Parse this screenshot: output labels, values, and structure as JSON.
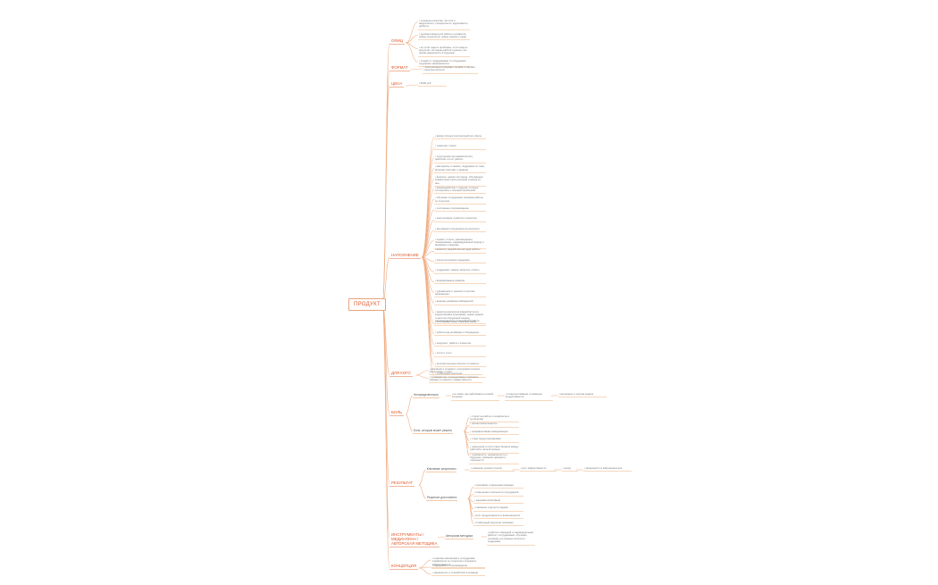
{
  "root": {
    "label": "ПРОДУКТ"
  },
  "branches": [
    {
      "id": "office",
      "label": "ОФИЦ",
      "leaves": [
        "• основные качества: чистота и аккуратность, порядочность, вдумчивость, доброта",
        "• удобная сфера для работы и развития, новые технологии, новые знания и люди",
        "• не хотят видеть проблемы, хотят видеть результат, им нужны работа и деньги, им нужна уверенность в будущем",
        "• создает и поддерживает в сотрудниках ощущение защищенности"
      ]
    },
    {
      "id": "format",
      "label": "ФОРМАТ",
      "leaves": [
        "• консультации в формате онлайн и офлайн, открытые встречи"
      ]
    },
    {
      "id": "price",
      "label": "ЦЕНА",
      "leaves": [
        "• 5000 руб."
      ]
    },
    {
      "id": "content",
      "label": "НАПОЛНЕНИЕ",
      "leaves": [
        "• время личных консультаций на ответы",
        "• тематика: стресс",
        "• структурная программа встреч, действия, итоги, работа",
        "• материалы и знания, поддержка по теме, включая практики и задания",
        "• вопросы, анализ ситуации, обсуждение, совместный поиск решений и выход из нее",
        "• взаимодействие с людьми, которые столкнулись с похожей проблемой",
        "• обучение сотрудников техникам работы со стрессом",
        "• постоянное сопровождение",
        "• консультации и работа с клиентом",
        "• мотивация сотрудников на результат",
        "• сервис: отчеты, рекомендации, планирование, индивидуальный подход и внимание к каждому",
        "• анализ и разработка методов работы",
        "• психологическая поддержка",
        "• поддержка: знания, вопросы, ответы",
        "• формирование доверия",
        "• упражнения и техники по снятию напряжения",
        "• ведение дневника наблюдений",
        "• анализ результатов каждой встречи, корректировка программы, новые задачи и цели на следующий период, рекомендации по дальнейшей работе",
        "• постоянная связь, обратная связь",
        "• работа над ошибками и обсуждение",
        "• результат: работа с клиентом",
        "• итоги и отчет",
        "• дополнительные встречи по запросу",
        "• стабильный результат"
      ]
    },
    {
      "id": "forwhom",
      "label": "ДЛЯ КОГО",
      "leaves": [
        "• компании и холдинги, сотрудники которых испытывают стресс",
        "• руководители, которым важно сохранить команду и повысить эффективность"
      ]
    },
    {
      "id": "pain",
      "label": "БОЛЬ",
      "subs": [
        {
          "label": "Неопределенность",
          "chain": [
            "• не знают, как действовать в новой ситуации",
            "• потеря мотивации и снижение продуктивности",
            "• выгорание и текучка кадров"
          ]
        },
        {
          "label": "Боль, которую может решить",
          "leaves": [
            "• стресс на работе и конфликты в коллективе",
            "• низкая вовлеченность",
            "• неэффективная коммуникация",
            "• страх перед переменами",
            "• перегрузка и отсутствие баланса между работой и личной жизнью",
            "• тревожность, неуверенность в будущем, снижение доверия и лояльности"
          ]
        }
      ]
    },
    {
      "id": "result",
      "label": "РЕЗУЛЬТАТ",
      "subs": [
        {
          "label": "Ключевые результаты",
          "chain": [
            "• снижение уровня стресса",
            "• рост эффективности",
            "• доход",
            "• уверенность в завтрашнем дне"
          ]
        },
        {
          "label": "Результат для клиента",
          "leaves": [
            "• спокойная и уверенная команда",
            "• повышение лояльности сотрудников",
            "• здоровая атмосфера",
            "• снижение текучести кадров",
            "• рост продуктивности и вовлеченности",
            "• стабильный результат компании"
          ]
        }
      ]
    },
    {
      "id": "tools",
      "label": "ИНСТРУМЕНТЫ / МЕДИАПЛАН / АВТОРСКАЯ МЕТОДИКА",
      "subs": [
        {
          "label": "Авторская методика",
          "chain": [
            "• работа с командой и индивидуальная работа с сотрудниками, обучение техникам, регулярные встречи и поддержка"
          ]
        }
      ]
    },
    {
      "id": "concept",
      "label": "КОНЦЕПЦИЯ",
      "leaves": [
        "• помогаю компаниям и сотрудникам справляться со стрессом и сохранять эффективность",
        "• поддержка и сопровождение",
        "• уверенность и спокойствие в команде"
      ]
    }
  ]
}
